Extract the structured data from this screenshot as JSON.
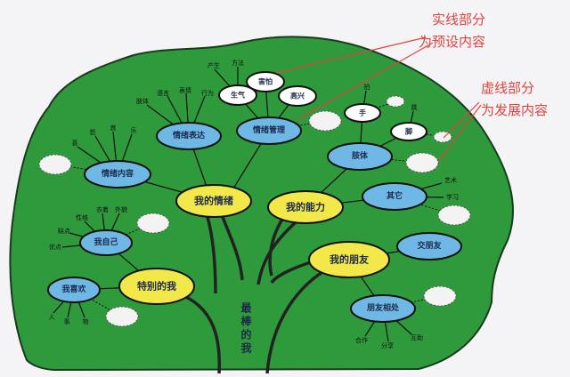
{
  "title": "最棒的我",
  "annotations": {
    "solid_line1": "实线部分",
    "solid_line2": "为预设内容",
    "dashed_line1": "虚线部分",
    "dashed_line2": "为发展内容"
  },
  "colors": {
    "tree": "#2f9a3c",
    "main_node": "#f2e84a",
    "sub_node": "#6fb8e6",
    "leaf_node": "#ffffff",
    "annotation": "#e0443e"
  },
  "main": {
    "emotion": "我的情绪",
    "ability": "我的能力",
    "friends": "我的朋友",
    "special": "特别的我"
  },
  "sub": {
    "emotion_content": "情绪内容",
    "emotion_expression": "情绪表达",
    "emotion_management": "情绪管理",
    "limbs": "肢体",
    "other": "其它",
    "make_friends": "交朋友",
    "get_along": "朋友相处",
    "myself": "我自己",
    "i_like": "我喜欢"
  },
  "nodes": {
    "angry": "生气",
    "afraid": "害怕",
    "happy": "高兴",
    "hand": "手",
    "foot": "脚"
  },
  "leaves": {
    "content": [
      "喜",
      "怒",
      "哀",
      "乐"
    ],
    "expression": [
      "肢体",
      "语言",
      "表情",
      "行为"
    ],
    "angry": [
      "产生",
      "方法"
    ],
    "hand": "拍",
    "foot": "跳",
    "other": [
      "艺术",
      "学习"
    ],
    "get_along": [
      "合作",
      "分享",
      "互助"
    ],
    "myself": [
      "优点",
      "缺点",
      "性格",
      "衣着",
      "外貌"
    ],
    "i_like": [
      "人",
      "事",
      "物"
    ]
  }
}
